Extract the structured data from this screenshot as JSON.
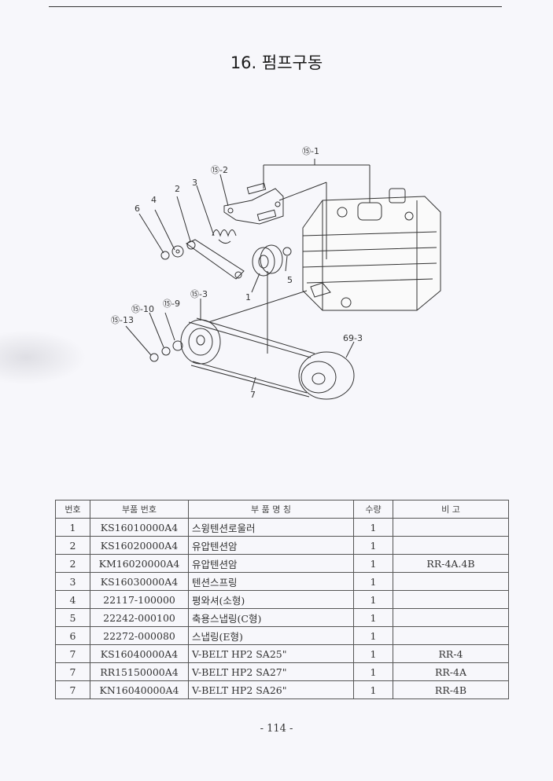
{
  "title": "16. 펌프구동",
  "diagram_labels": {
    "p15_1": "⑮-1",
    "p15_2": "⑮-2",
    "p3": "3",
    "p2": "2",
    "p4": "4",
    "p6": "6",
    "p1": "1",
    "p5": "5",
    "p15_3": "⑮-3",
    "p15_9": "⑮-9",
    "p15_10": "⑮-10",
    "p15_13": "⑮-13",
    "p69_3": "69-3",
    "p7": "7"
  },
  "table": {
    "headers": [
      "번호",
      "부품 번호",
      "부 품 명 칭",
      "수량",
      "비  고"
    ],
    "rows": [
      [
        "1",
        "KS16010000A4",
        "스윙텐션로울러",
        "1",
        ""
      ],
      [
        "2",
        "KS16020000A4",
        "유압텐션암",
        "1",
        ""
      ],
      [
        "2",
        "KM16020000A4",
        "유압텐션암",
        "1",
        "RR-4A.4B"
      ],
      [
        "3",
        "KS16030000A4",
        "텐션스프링",
        "1",
        ""
      ],
      [
        "4",
        "22117-100000",
        "평와셔(소형)",
        "1",
        ""
      ],
      [
        "5",
        "22242-000100",
        "축용스냅링(C형)",
        "1",
        ""
      ],
      [
        "6",
        "22272-000080",
        "스냅링(E형)",
        "1",
        ""
      ],
      [
        "7",
        "KS16040000A4",
        "V-BELT HP2 SA25\"",
        "1",
        "RR-4"
      ],
      [
        "7",
        "RR15150000A4",
        "V-BELT HP2 SA27\"",
        "1",
        "RR-4A"
      ],
      [
        "7",
        "KN16040000A4",
        "V-BELT HP2 SA26\"",
        "1",
        "RR-4B"
      ]
    ]
  },
  "page_number": "- 114 -"
}
